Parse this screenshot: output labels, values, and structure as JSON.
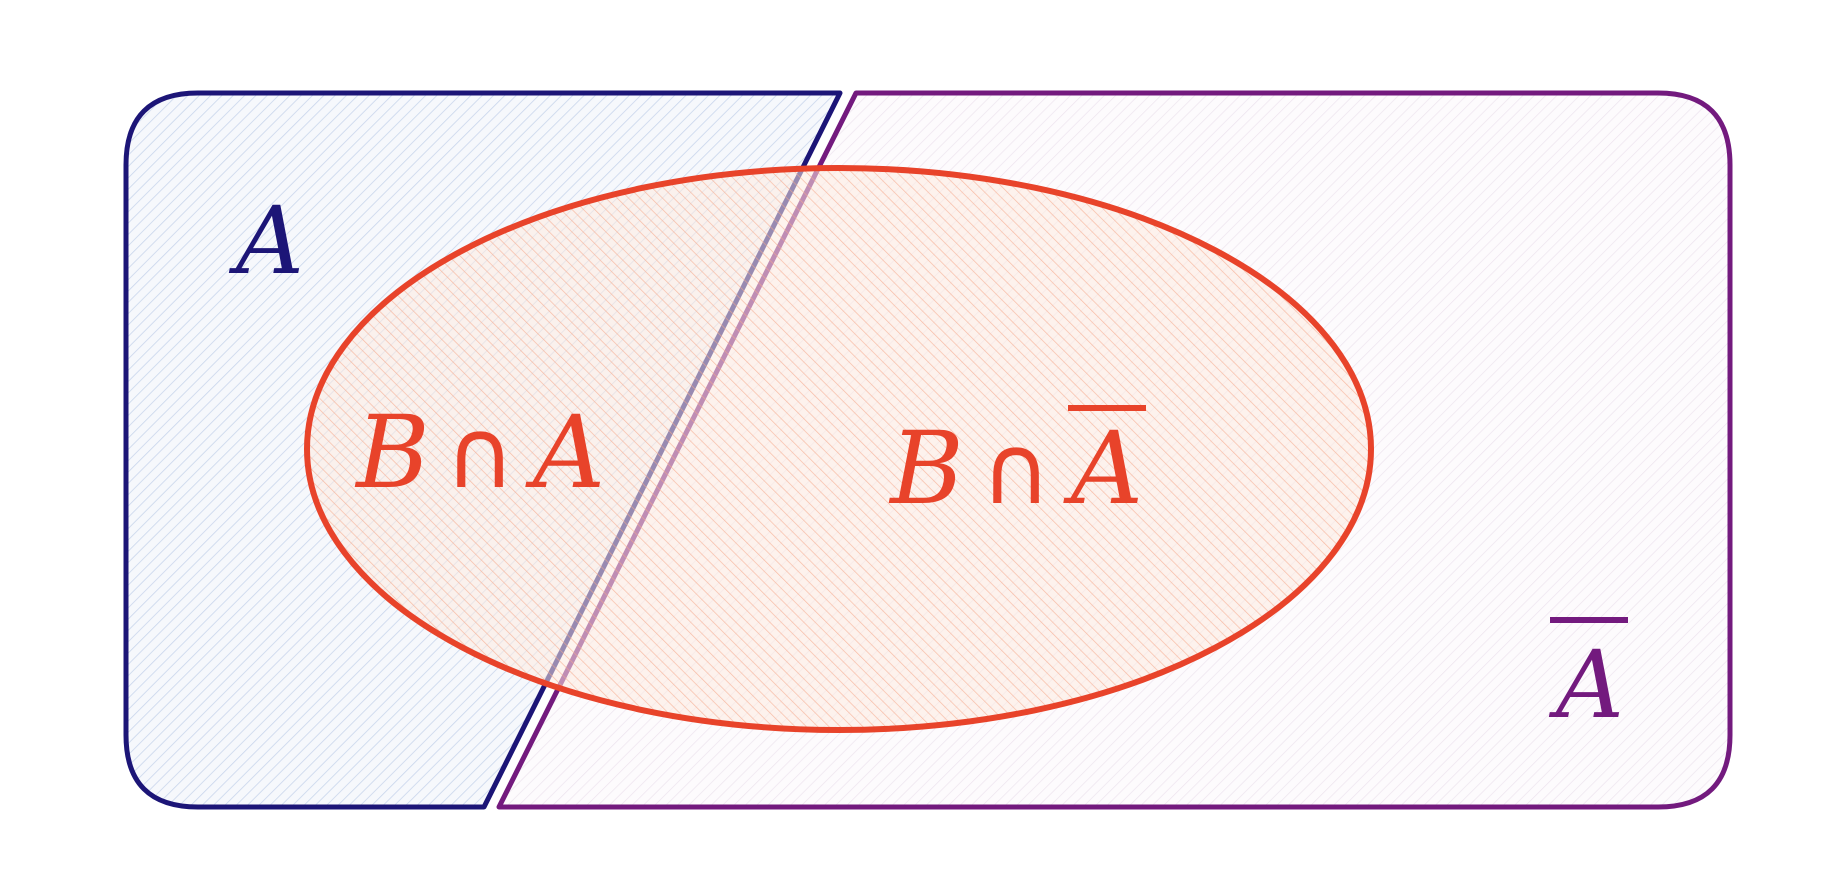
{
  "labels": {
    "set_a": "A",
    "set_a_complement": "A",
    "b_intersect_a": {
      "left": "B",
      "op": "∩",
      "right": "A"
    },
    "b_intersect_not_a": {
      "left": "B",
      "op": "∩",
      "right": "A"
    }
  },
  "colors": {
    "set_a": "#1c1577",
    "set_a_complement": "#731a7e",
    "set_b": "#e8432a",
    "set_a_hatch": "#c9d6ec",
    "set_a_complement_hatch": "#ead9ea",
    "set_b_fill": "#fde9df",
    "set_b_hatch": "#f6b79e"
  }
}
